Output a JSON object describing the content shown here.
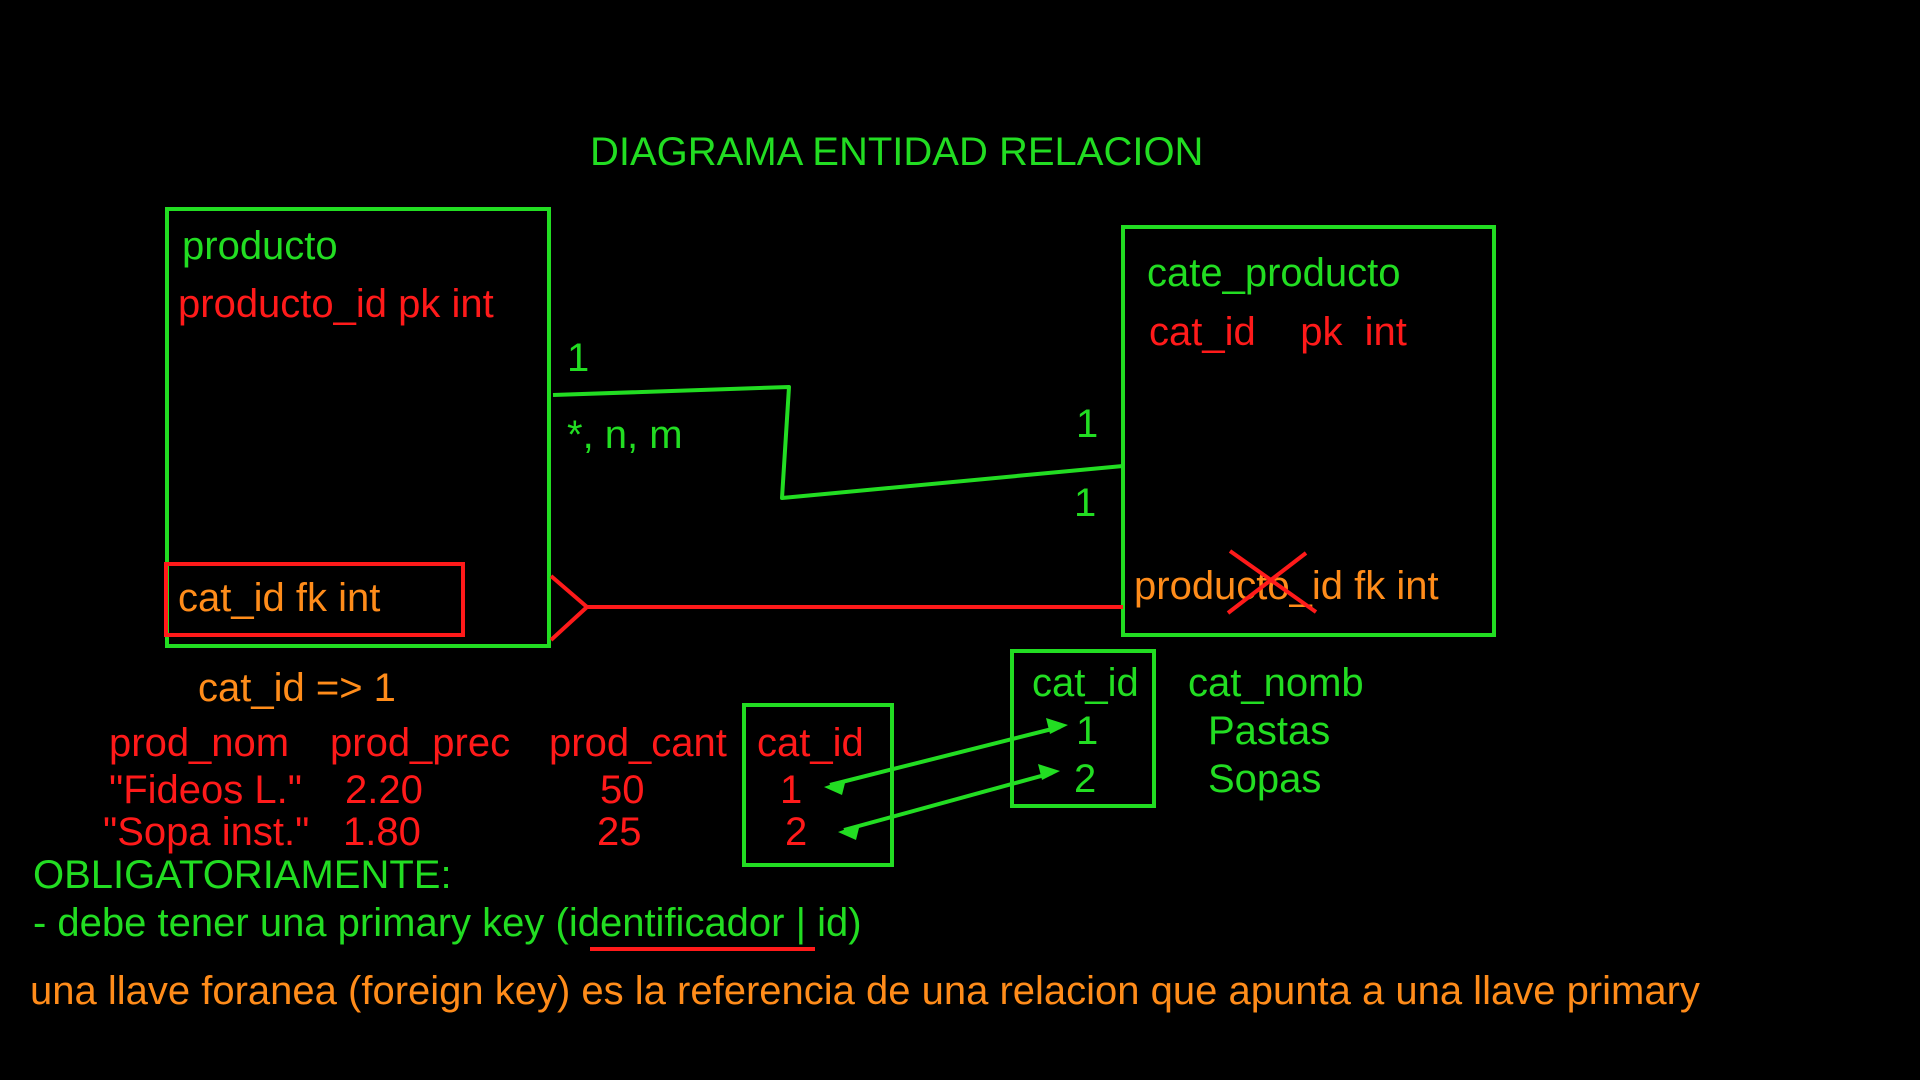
{
  "colors": {
    "background": "#000000",
    "green": "#22dd22",
    "red": "#ff1a1a",
    "orange": "#ff8c1a"
  },
  "title": "DIAGRAMA ENTIDAD RELACION",
  "entities": {
    "producto": {
      "name": "producto",
      "pk": "producto_id  pk int",
      "fk": "cat_id fk  int"
    },
    "cate_producto": {
      "name": "cate_producto",
      "pk": "cat_id    pk  int",
      "fk_struck": "producto_id fk int"
    }
  },
  "relationship": {
    "left_cardinality_one": "1",
    "left_cardinality_many": "*, n, m",
    "right_cardinality_top": "1",
    "right_cardinality_bottom": "1"
  },
  "note_cat_id": "cat_id => 1",
  "producto_table": {
    "headers": [
      "prod_nom",
      "prod_prec",
      "prod_cant",
      "cat_id"
    ],
    "rows": [
      [
        "\"Fideos L.\"",
        "2.20",
        "50",
        "1"
      ],
      [
        "\"Sopa inst.\"",
        "1.80",
        "25",
        "2"
      ]
    ]
  },
  "categoria_table": {
    "headers": [
      "cat_id",
      "cat_nomb"
    ],
    "rows": [
      [
        "1",
        "Pastas"
      ],
      [
        "2",
        "Sopas"
      ]
    ]
  },
  "notes": {
    "obligatorio": "OBLIGATORIAMENTE:",
    "primary_key_prefix": "- debe tener una primary key (",
    "primary_key_word": "identificador",
    "primary_key_suffix": " | id)",
    "foreign_key": "una llave foranea (foreign key) es la referencia de una relacion que apunta a una llave primary"
  }
}
